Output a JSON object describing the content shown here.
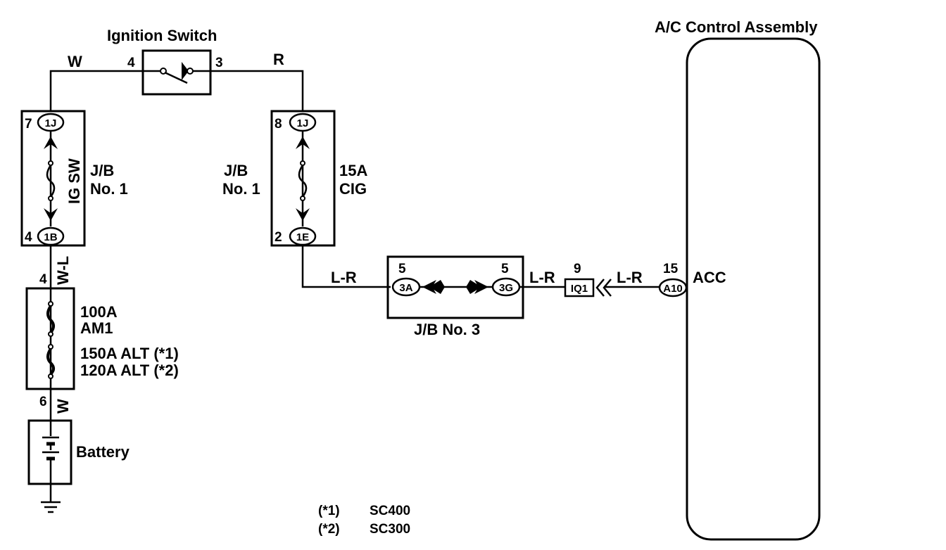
{
  "ignition_switch": {
    "title": "Ignition Switch",
    "pin_left": "4",
    "pin_right": "3"
  },
  "wires": {
    "w_top": "W",
    "r_top": "R",
    "w_l": "W-L",
    "w_bottom": "W",
    "lr_1": "L-R",
    "lr_2": "L-R",
    "lr_3": "L-R"
  },
  "jb1_left": {
    "pin_top": "7",
    "conn_top": "1J",
    "pin_bottom": "4",
    "conn_bottom": "1B",
    "label_line1": "J/B",
    "label_line2": "No. 1",
    "fuse": "IG SW"
  },
  "jb1_right": {
    "pin_top": "8",
    "conn_top": "1J",
    "pin_bottom": "2",
    "conn_bottom": "1E",
    "label_line1": "J/B",
    "label_line2": "No. 1",
    "fuse_line1": "15A",
    "fuse_line2": "CIG"
  },
  "fusible_link": {
    "pin_top": "4",
    "pin_bottom": "6",
    "line1": "100A",
    "line2": "AM1",
    "line3": "150A ALT (*1)",
    "line4": "120A ALT (*2)"
  },
  "battery": {
    "label": "Battery"
  },
  "jb3": {
    "label": "J/B No. 3",
    "pin_left": "5",
    "conn_left": "3A",
    "pin_right": "5",
    "conn_right": "3G"
  },
  "iq1": {
    "pin": "9",
    "conn": "IQ1"
  },
  "ac_control": {
    "title": "A/C Control Assembly",
    "pin": "15",
    "conn": "A10",
    "terminal": "ACC"
  },
  "notes": [
    {
      "mark": "(*1)",
      "model": "SC400"
    },
    {
      "mark": "(*2)",
      "model": "SC300"
    }
  ]
}
